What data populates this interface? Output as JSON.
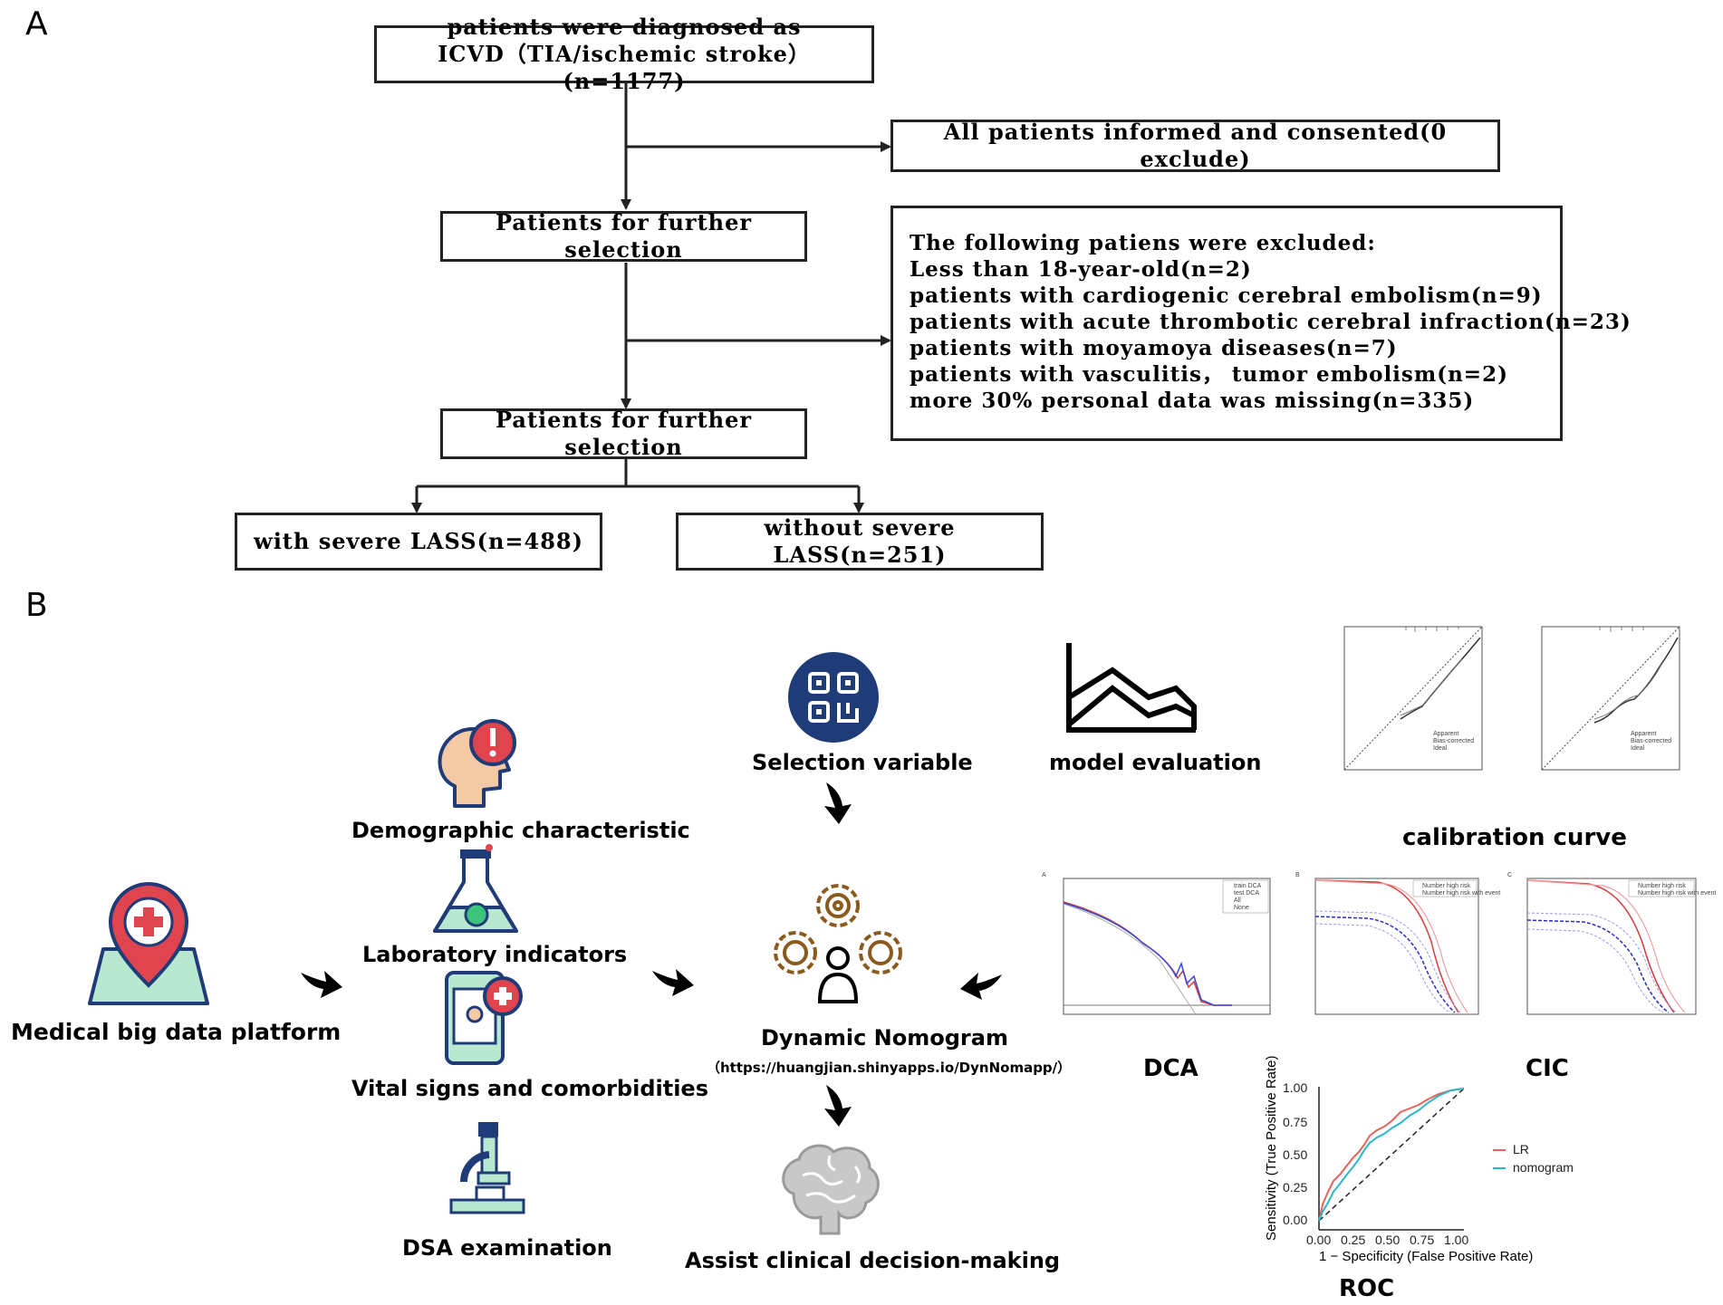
{
  "panel_a": {
    "label": "A",
    "box_top_line1": "patients were diagnosed as",
    "box_top_line2": "ICVD（TIA/ischemic stroke）(n=1177)",
    "box_consent": "All patients informed and consented(0 exclude)",
    "box_further1": "Patients for further selection",
    "box_further2": "Patients for further selection",
    "excluded": [
      "The following patiens were excluded:",
      "Less than 18-year-old(n=2)",
      "patients with cardiogenic cerebral embolism(n=9)",
      "patients with acute thrombotic cerebral infraction(n=23)",
      "patients with moyamoya diseases(n=7)",
      "patients with vasculitis， tumor  embolism(n=2)",
      "more 30% personal data was missing(n=335)"
    ],
    "box_severe": "with severe LASS(n=488)",
    "box_without": "without severe LASS(n=251)"
  },
  "panel_b": {
    "label": "B",
    "platform": "Medical big data platform",
    "demographic": "Demographic characteristic",
    "laboratory": "Laboratory indicators",
    "vital": "Vital signs and comorbidities",
    "dsa": "DSA examination",
    "selection": "Selection variable",
    "model_eval": "model evaluation",
    "nomogram": "Dynamic Nomogram",
    "nomogram_url": "（https://huangjian.shinyapps.io/DynNomapp/）",
    "assist": "Assist clinical decision-making",
    "calibration": "calibration curve",
    "dca": "DCA",
    "cic": "CIC",
    "roc": "ROC",
    "roc_ylabel": "Sensitivity (True Positive Rate)",
    "roc_xlabel": "1 − Specificity (False Positive Rate)",
    "roc_ticks": [
      "0.00",
      "0.25",
      "0.50",
      "0.75",
      "1.00"
    ],
    "roc_legend": [
      "LR",
      "nomogram"
    ],
    "colors": {
      "icon_blue": "#1f3c78",
      "icon_red": "#e0454f",
      "icon_green": "#b9e8d0",
      "gear_brown": "#8b5a1e",
      "roc_lr": "#e8635a",
      "roc_nomogram": "#2bb7c7"
    },
    "calib_legend": [
      "Apparent",
      "Bias-corrected",
      "Ideal"
    ],
    "dca_legend": [
      "train DCA",
      "test DCA",
      "All",
      "None"
    ],
    "cic_legend": [
      "Number high risk",
      "Number high risk with event"
    ],
    "sub_labels": [
      "A",
      "B",
      "C"
    ]
  }
}
